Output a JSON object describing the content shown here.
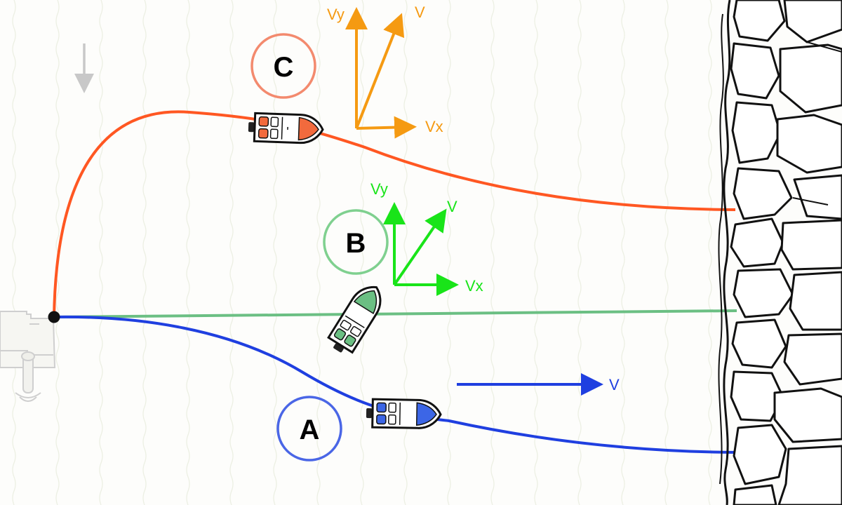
{
  "diagram": {
    "colors": {
      "water_lines": "#e9ebdf",
      "current_arrow": "#c8c8c8",
      "path_a": "#1f3fe0",
      "path_b": "#6bbf83",
      "path_c": "#ff5722",
      "circle_a": "#4a66e6",
      "circle_b": "#7fd08f",
      "circle_c": "#f38a6e",
      "vectors_c": "#f59a12",
      "vectors_b": "#19e419",
      "vectors_a": "#1f3fe0",
      "wall_stroke": "#111111",
      "dock": "#d9d9d9"
    },
    "paths": [
      {
        "id": "A",
        "circle_label": "A"
      },
      {
        "id": "B",
        "circle_label": "B"
      },
      {
        "id": "C",
        "circle_label": "C"
      }
    ],
    "vectors": {
      "c": {
        "vy": "Vy",
        "v": "V",
        "vx": "Vx"
      },
      "b": {
        "vy": "Vy",
        "v": "V",
        "vx": "Vx"
      },
      "a": {
        "v": "V"
      }
    },
    "icons": [
      "current-arrow-icon",
      "boat-icon",
      "dock-icon",
      "rock-wall-icon"
    ]
  }
}
